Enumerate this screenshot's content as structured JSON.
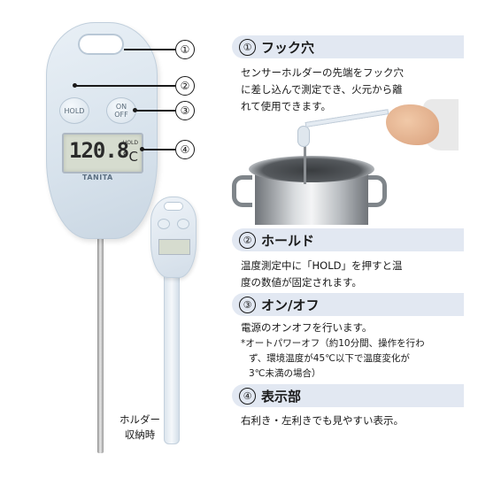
{
  "thermometer": {
    "display_value": "120.8",
    "display_unit": "°C",
    "display_hold": "HOLD",
    "hold_button": "HOLD",
    "onoff_button_on": "ON",
    "onoff_button_off": "OFF",
    "brand": "TANITA"
  },
  "callouts": [
    "①",
    "②",
    "③",
    "④"
  ],
  "holder_caption": [
    "ホルダー",
    "収納時"
  ],
  "sections": [
    {
      "number": "①",
      "title": "フック穴",
      "text": [
        "センサーホルダーの先端をフック穴",
        "に差し込んで測定でき、火元から離",
        "れて使用できます。"
      ]
    },
    {
      "number": "②",
      "title": "ホールド",
      "text": [
        "温度測定中に「HOLD」を押すと温",
        "度の数値が固定されます。"
      ]
    },
    {
      "number": "③",
      "title": "オン/オフ",
      "text": [
        "電源のオンオフを行います。"
      ],
      "note": [
        "*オートパワーオフ（約10分間、操作を行わ",
        "ず、環境温度が45℃以下で温度変化が",
        "3℃未満の場合）"
      ]
    },
    {
      "number": "④",
      "title": "表示部",
      "text": [
        "右利き・左利きでも見やすい表示。"
      ]
    }
  ]
}
